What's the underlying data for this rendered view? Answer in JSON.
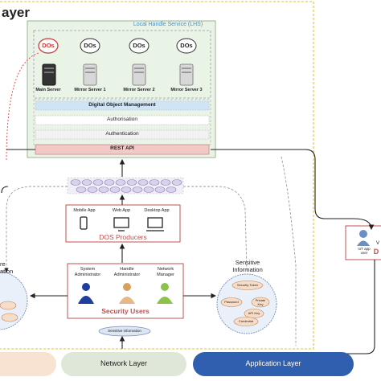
{
  "layer_title": "ayer",
  "lhs": {
    "title": "Local Handle Service (LHS)",
    "servers": [
      {
        "dos": "DOs",
        "label": "Main Server"
      },
      {
        "dos": "DOs",
        "label": "Mirror Server 1"
      },
      {
        "dos": "DOs",
        "label": "Mirror Server 2"
      },
      {
        "dos": "DOs",
        "label": "Mirror Server 3"
      }
    ],
    "bars": [
      "Digital Object Management",
      "Authorisation",
      "Authentication",
      "REST API"
    ]
  },
  "producers": {
    "apps": [
      "Mobile App",
      "Web App",
      "Desktop App"
    ],
    "title": "DOS Producers"
  },
  "security_users": {
    "roles": [
      "System Administrator",
      "Handle Administrator",
      "Network Manager"
    ],
    "title": "Security Users",
    "sensitive_label": "Sensitive information"
  },
  "sensitive_right": {
    "title": "Sensitive Information",
    "items": [
      "Security Token",
      "Password",
      "Private Key",
      "API Key",
      "Credential"
    ]
  },
  "left_partial": {
    "line1": "re",
    "line2": "ation"
  },
  "right_box": {
    "user": "IoT app user",
    "v": "V",
    "d": "D"
  },
  "layers": [
    "Network Layer",
    "Application Layer"
  ],
  "colors": {
    "frame": "#e8d870",
    "lhs_bg": "#e9f3e6",
    "rest_api": "#f3c9c7",
    "app_layer": "#2f5fae",
    "net_layer": "#dfe8d8",
    "left_layer": "#f8e3d2"
  }
}
